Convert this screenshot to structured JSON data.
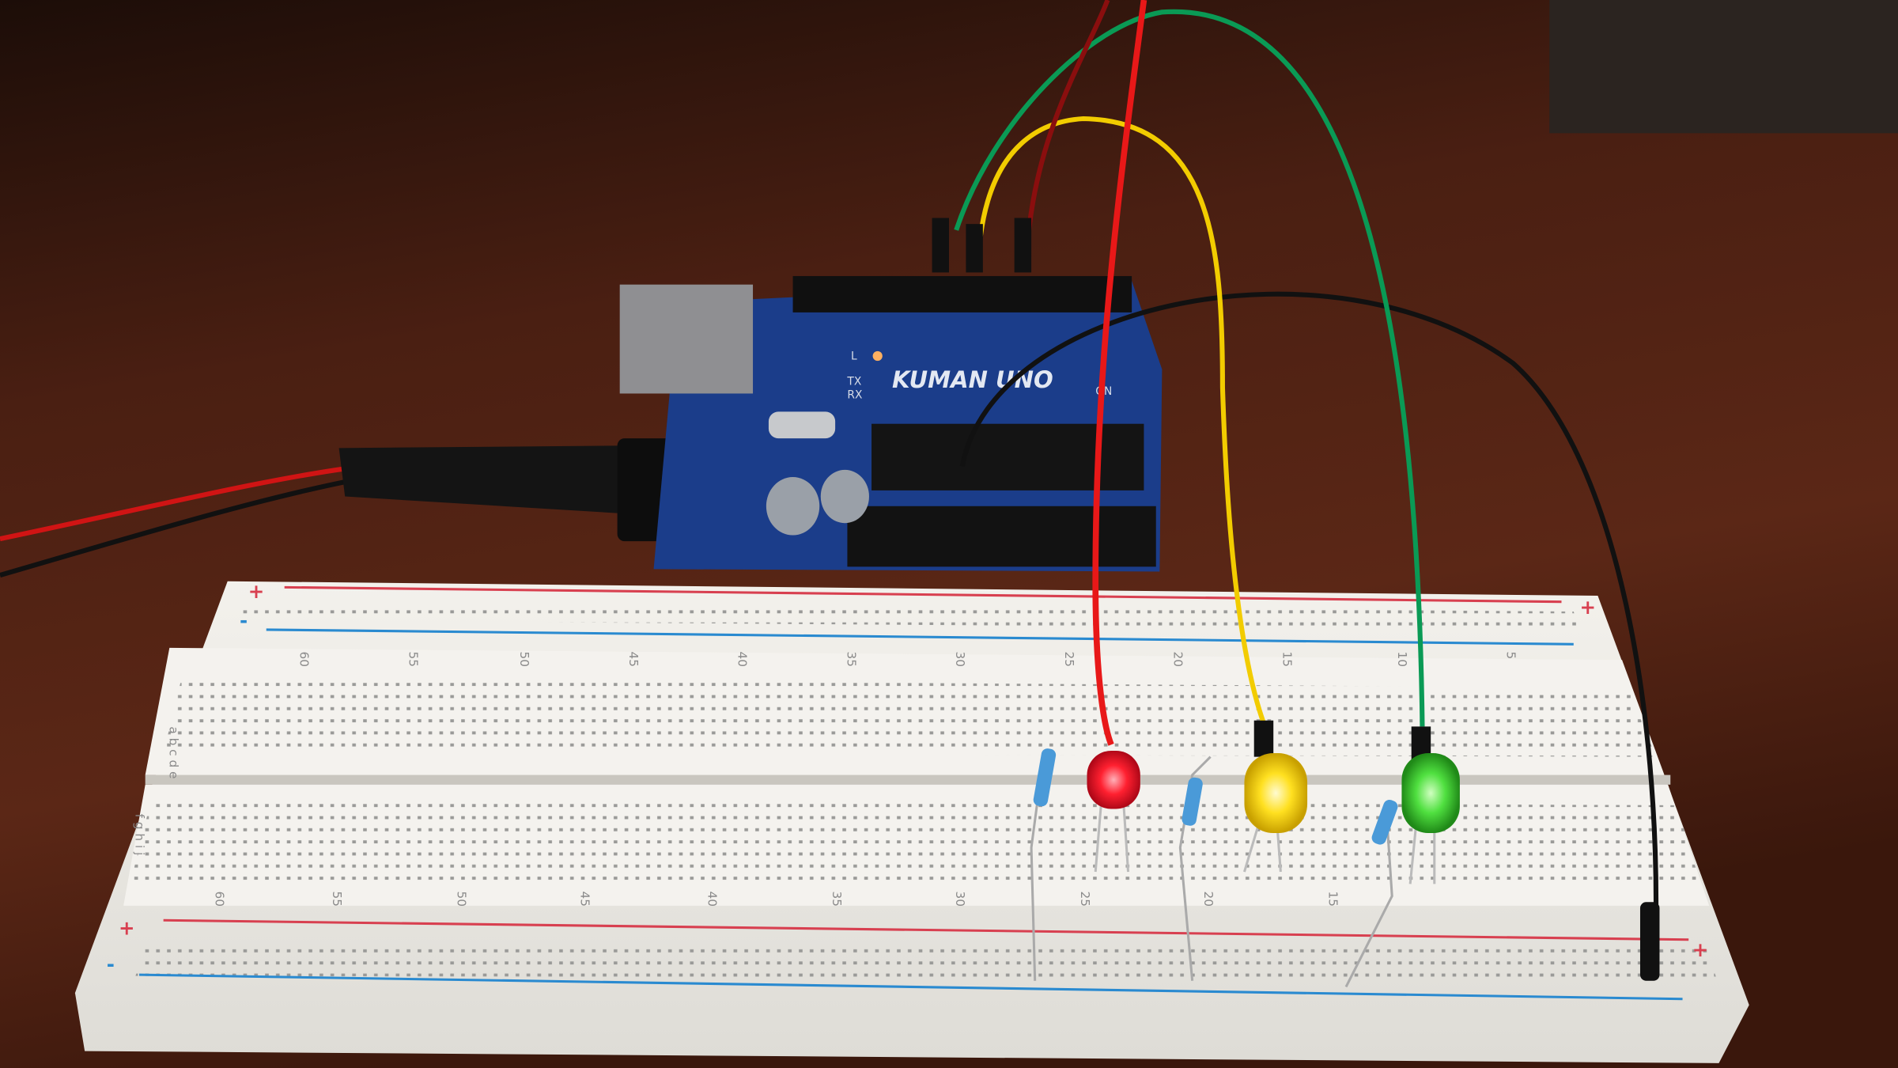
{
  "scene": {
    "board_brand_logo": "KUMAN UNO",
    "board_labels": {
      "tx": "TX",
      "rx": "RX",
      "led": "L",
      "power": "ON"
    },
    "breadboard": {
      "rail_plus": "+",
      "rail_minus": "-",
      "top_column_numbers": [
        "60",
        "55",
        "50",
        "45",
        "40",
        "35",
        "30",
        "25",
        "20",
        "15",
        "10",
        "5"
      ],
      "bottom_column_numbers": [
        "60",
        "55",
        "50",
        "45",
        "40",
        "35",
        "30",
        "25",
        "20",
        "15"
      ],
      "row_letters_top": "a b c d e",
      "row_letters_bottom": "f g h i j"
    },
    "leds": [
      {
        "color": "red",
        "hex": "#ff2030"
      },
      {
        "color": "yellow",
        "hex": "#ffe020"
      },
      {
        "color": "green",
        "hex": "#50e040"
      }
    ],
    "wire_colors": {
      "red": "#e81818",
      "yellow": "#f2cc00",
      "green": "#0a9a55",
      "black": "#111111"
    }
  }
}
